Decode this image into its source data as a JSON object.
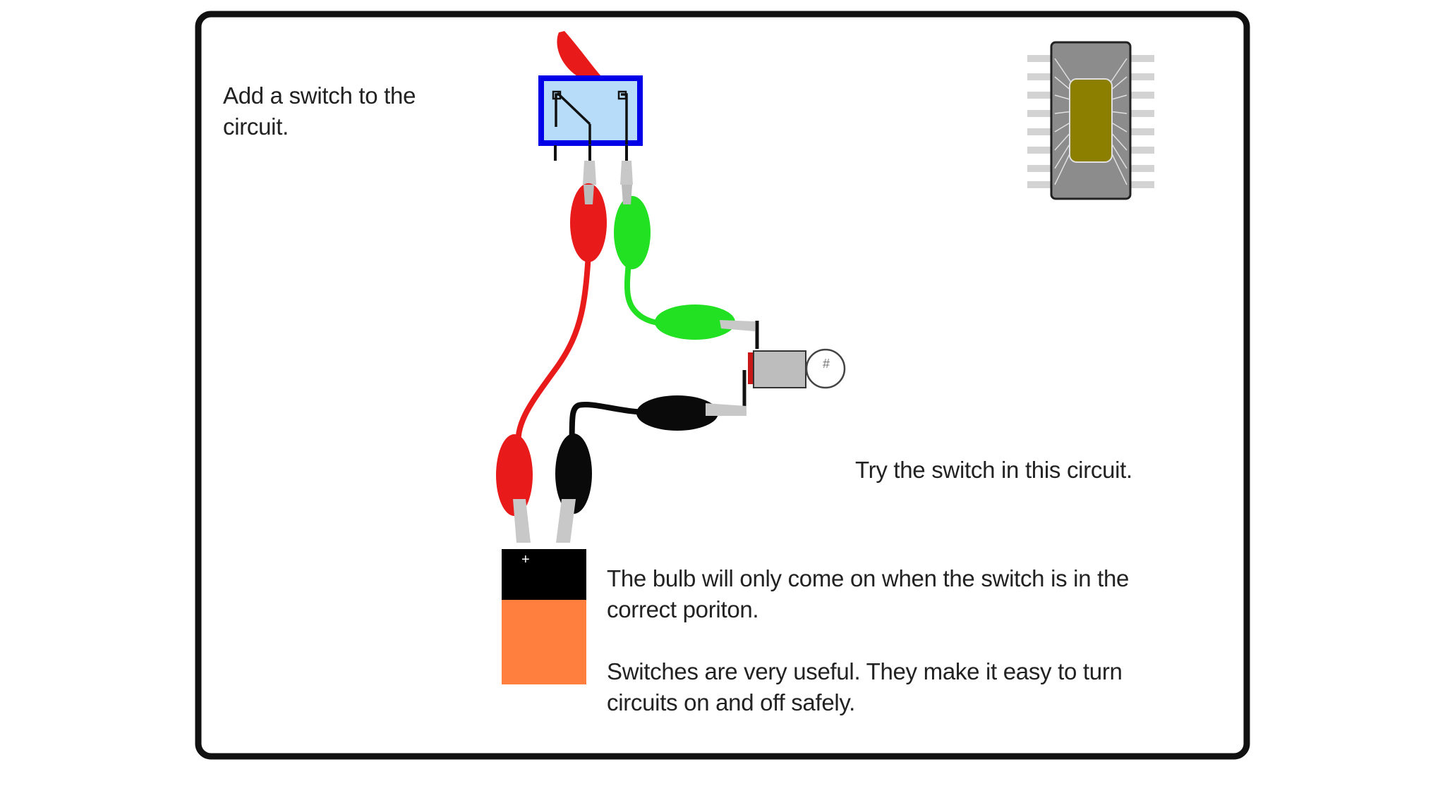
{
  "text": {
    "instruction": "Add a switch to the circuit.",
    "try_it": "Try the switch in this circuit.",
    "bulb_note": "The bulb will only come on when the switch is in the correct poriton.",
    "switches_note": "Switches are very useful. They make it easy to turn circuits on and off safely."
  },
  "battery": {
    "terminal_mark": "+"
  },
  "bulb": {
    "filament_mark": "#"
  },
  "colors": {
    "frame": "#111111",
    "wire_red": "#e81a1a",
    "wire_green": "#22e022",
    "wire_black": "#0a0a0a",
    "battery_top": "#000000",
    "battery_body": "#ff7f3f",
    "switch_fill": "#b6dcfa",
    "switch_border": "#0000e8",
    "chip_body": "#8c8c8c",
    "chip_die": "#8c7f00",
    "clip_metal": "#c8c8c8"
  },
  "icons": [
    "toggle-switch-icon",
    "light-bulb-icon",
    "battery-icon",
    "microchip-icon",
    "alligator-clip-icon"
  ]
}
